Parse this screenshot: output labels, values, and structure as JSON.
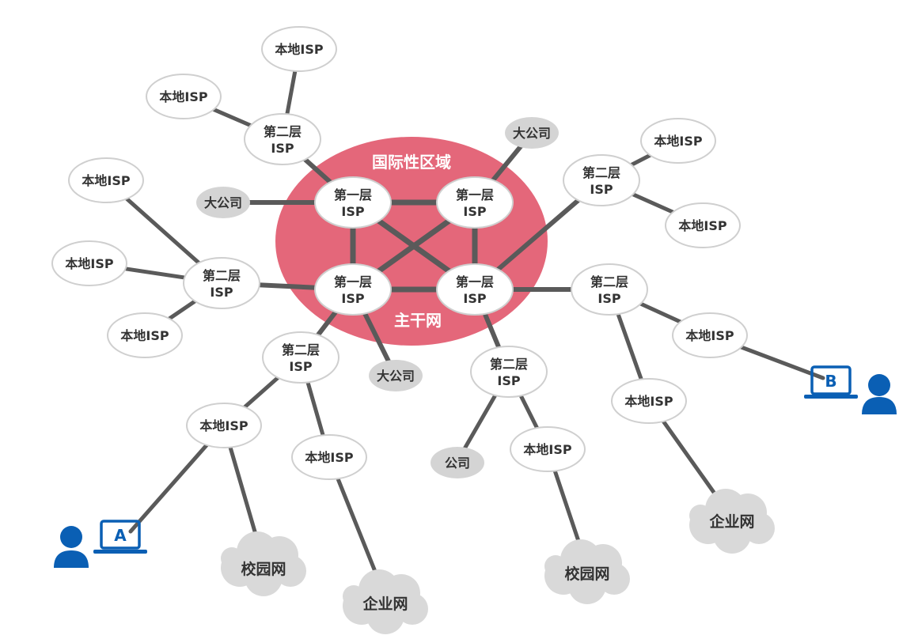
{
  "colors": {
    "link": "#5a5a5a",
    "backbone": "#e4677a",
    "node_fill": "#ffffff",
    "node_stroke": "#cfcfcf",
    "company_fill": "#d4d4d4",
    "cloud_fill": "#d9d9d9",
    "host_blue": "#0a5fb4"
  },
  "region": {
    "international_label": "国际性区域",
    "backbone_label": "主干网"
  },
  "labels": {
    "tier1": [
      "第一层",
      "ISP"
    ],
    "tier2": [
      "第二层",
      "ISP"
    ],
    "local": "本地ISP",
    "big_company": "大公司",
    "company": "公司",
    "campus": "校园网",
    "enterprise": "企业网"
  },
  "hosts": {
    "a": {
      "letter": "A",
      "icons": [
        "user-icon",
        "laptop-icon"
      ]
    },
    "b": {
      "letter": "B",
      "icons": [
        "user-icon",
        "laptop-icon"
      ]
    }
  }
}
